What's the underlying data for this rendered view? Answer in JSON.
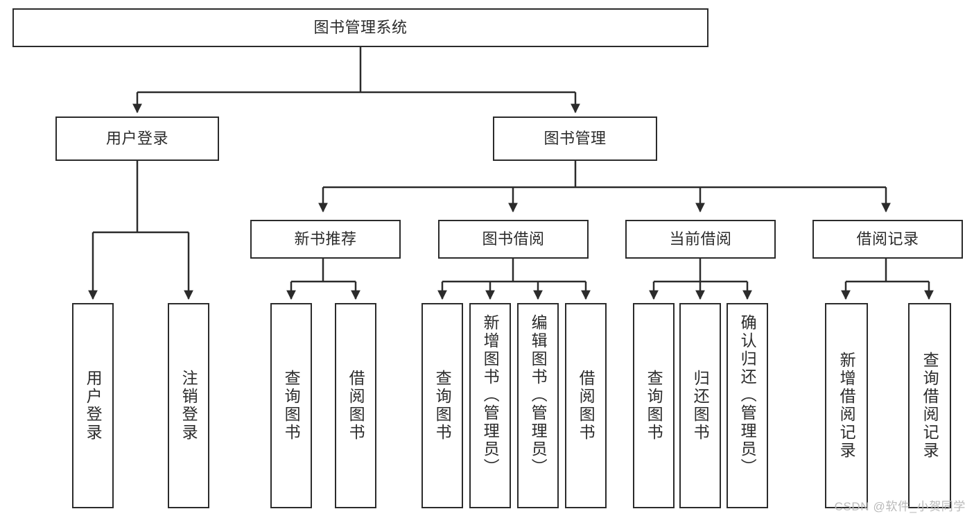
{
  "diagram": {
    "type": "tree-hierarchy-diagram",
    "title": "图书管理系统",
    "orientation": "top-down",
    "colors": {
      "box_border": "#2b2b2b",
      "box_fill": "#ffffff",
      "connector": "#2b2b2b",
      "text": "#2b2b2b",
      "watermark": "#b9b9b9",
      "background": "#ffffff"
    }
  },
  "root": {
    "label": "图书管理系统"
  },
  "level2": [
    {
      "label": "用户登录"
    },
    {
      "label": "图书管理"
    }
  ],
  "level3": [
    {
      "label": "新书推荐"
    },
    {
      "label": "图书借阅"
    },
    {
      "label": "当前借阅"
    },
    {
      "label": "借阅记录"
    }
  ],
  "leaves": {
    "user_login": [
      {
        "label": "用户登录"
      },
      {
        "label": "注销登录"
      }
    ],
    "new_book_recommend": [
      {
        "label": "查询图书"
      },
      {
        "label": "借阅图书"
      }
    ],
    "book_borrow": [
      {
        "label": "查询图书"
      },
      {
        "label": "新增图书（管理员）"
      },
      {
        "label": "编辑图书（管理员）"
      },
      {
        "label": "借阅图书"
      }
    ],
    "current_borrow": [
      {
        "label": "查询图书"
      },
      {
        "label": "归还图书"
      },
      {
        "label": "确认归还（管理员）"
      }
    ],
    "borrow_record": [
      {
        "label": "新增借阅记录"
      },
      {
        "label": "查询借阅记录"
      }
    ]
  },
  "watermark": {
    "text": "CSDN @软件_小贺同学"
  }
}
